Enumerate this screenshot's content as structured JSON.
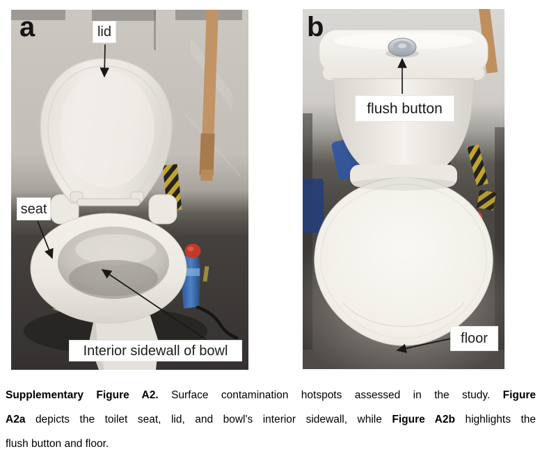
{
  "figure": {
    "panels": [
      {
        "marker": "a",
        "labels": {
          "lid": "lid",
          "seat": "seat",
          "bowl": "Interior sidewall of bowl"
        }
      },
      {
        "marker": "b",
        "labels": {
          "flush": "flush button",
          "floor": "floor"
        }
      }
    ]
  },
  "caption": {
    "line1": [
      "Supplementary Figure A2.",
      " Surface contamination hotspots assessed in the study. ",
      "Figure"
    ],
    "line2": [
      "A2a",
      " depicts the toilet seat, lid, and bowl's interior sidewall, while ",
      "Figure A2b",
      " highlights the"
    ],
    "line3": [
      "flush button and floor."
    ]
  },
  "colors": {
    "label_box_bg": "#ffffff",
    "label_text": "#1c1c1b",
    "annotation_arrow": "#191918",
    "hazard_yellow": "#c2a42e",
    "tape_tan": "#c29365",
    "porcelain_white": "#f2efe9",
    "floor_dark": "#3a3734"
  }
}
